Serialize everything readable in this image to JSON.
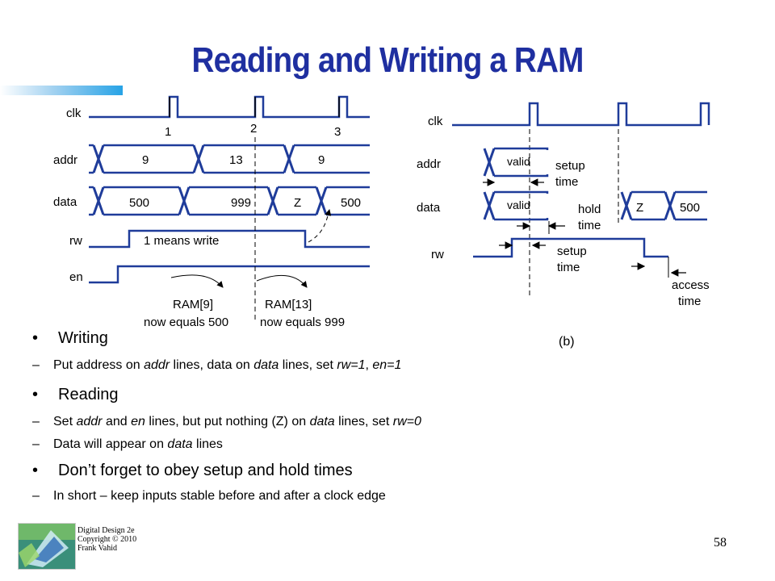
{
  "slide": {
    "title": "Reading and Writing a RAM",
    "page_number": "58",
    "fig_label": "(b)",
    "footer": [
      "Digital Design 2e",
      "Copyright © 2010",
      "Frank Vahid"
    ]
  },
  "left_diagram": {
    "signals": [
      "clk",
      "addr",
      "data",
      "rw",
      "en"
    ],
    "clock_edges": [
      "1",
      "2",
      "3"
    ],
    "addr_values": [
      "9",
      "13",
      "9"
    ],
    "data_values": [
      "500",
      "999",
      "Z",
      "500"
    ],
    "rw_note": "1 means write",
    "notes": [
      "RAM[9]",
      "now equals 500",
      "RAM[13]",
      "now equals 999"
    ]
  },
  "right_diagram": {
    "signals": [
      "clk",
      "addr",
      "data",
      "rw"
    ],
    "addr_value": "valid",
    "data_values": [
      "valid",
      "Z",
      "500"
    ],
    "annotations": {
      "setup_time_1": [
        "setup",
        "time"
      ],
      "hold_time": [
        "hold",
        "time"
      ],
      "setup_time_2": [
        "setup",
        "time"
      ],
      "access_time": [
        "access",
        "time"
      ]
    }
  },
  "bullets": [
    {
      "text": "Writing",
      "subs": [
        [
          {
            "t": "Put address on ",
            "i": false
          },
          {
            "t": "addr",
            "i": true
          },
          {
            "t": " lines, data on ",
            "i": false
          },
          {
            "t": "data",
            "i": true
          },
          {
            "t": " lines, set ",
            "i": false
          },
          {
            "t": "rw=1",
            "i": true
          },
          {
            "t": ", ",
            "i": false
          },
          {
            "t": "en=1",
            "i": true
          }
        ]
      ]
    },
    {
      "text": "Reading",
      "subs": [
        [
          {
            "t": "Set ",
            "i": false
          },
          {
            "t": "addr",
            "i": true
          },
          {
            "t": " and ",
            "i": false
          },
          {
            "t": "en",
            "i": true
          },
          {
            "t": " lines, but put nothing (Z) on ",
            "i": false
          },
          {
            "t": "data",
            "i": true
          },
          {
            "t": " lines, set ",
            "i": false
          },
          {
            "t": "rw=0",
            "i": true
          }
        ],
        [
          {
            "t": "Data will appear on ",
            "i": false
          },
          {
            "t": "data",
            "i": true
          },
          {
            "t": " lines",
            "i": false
          }
        ]
      ]
    },
    {
      "text": "Don’t forget to obey setup and hold times",
      "subs": [
        [
          {
            "t": "In short – keep inputs stable before and after a clock edge",
            "i": false
          }
        ]
      ]
    }
  ]
}
